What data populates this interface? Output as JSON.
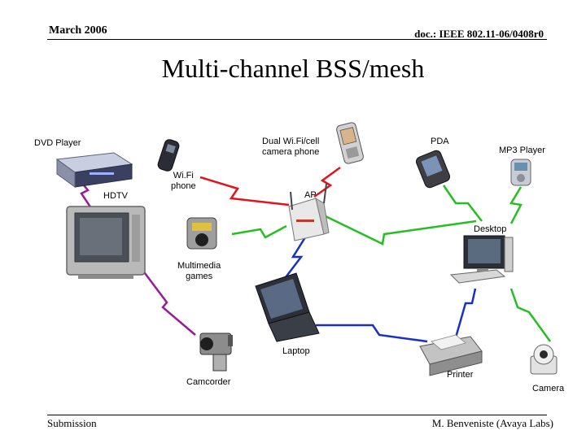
{
  "header": {
    "date": "March 2006",
    "doc": "doc.: IEEE 802.11-06/0408r0"
  },
  "title": "Multi-channel BSS/mesh",
  "footer": {
    "left": "Submission",
    "right": "M. Benveniste (Avaya Labs)"
  },
  "devices": {
    "dvd_player": "DVD Player",
    "hdtv": "HDTV",
    "wifi_phone_line1": "Wi.Fi",
    "wifi_phone_line2": "phone",
    "dual_phone_line1": "Dual Wi.Fi/cell",
    "dual_phone_line2": "camera phone",
    "pda": "PDA",
    "mp3_player": "MP3 Player",
    "ap": "AP",
    "desktop": "Desktop",
    "multimedia_line1": "Multimedia",
    "multimedia_line2": "games",
    "laptop": "Laptop",
    "camcorder": "Camcorder",
    "printer": "Printer",
    "camera": "Camera"
  },
  "link_colors": {
    "green": "#22c020",
    "red": "#e0141c",
    "blue": "#1830c8",
    "purple": "#9a1a9a"
  }
}
